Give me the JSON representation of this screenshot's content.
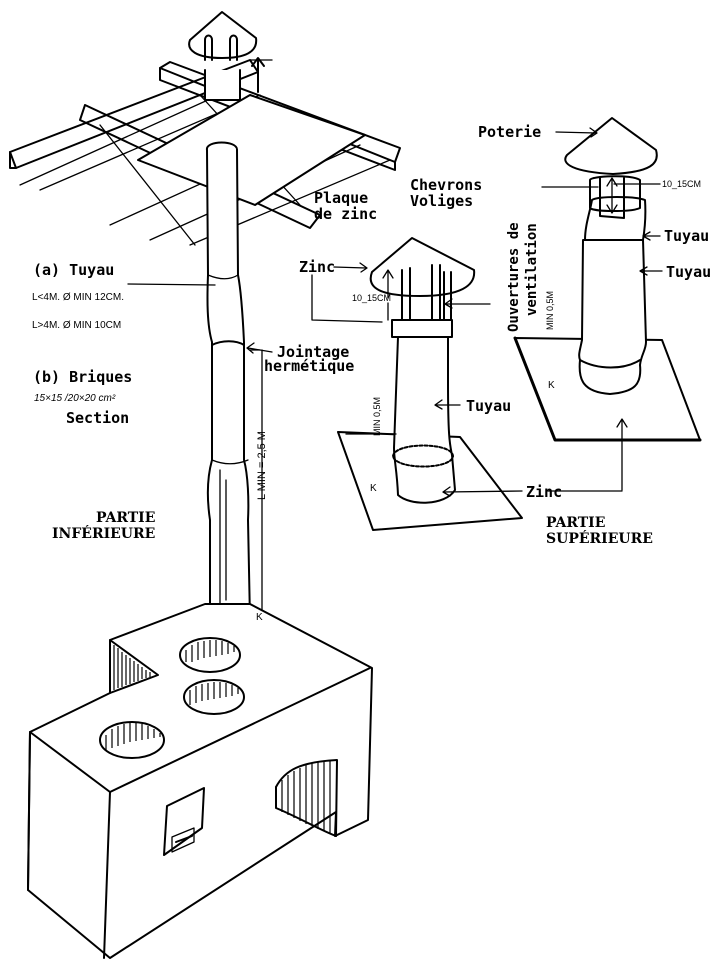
{
  "figure": {
    "sections": {
      "lower": [
        "PARTIE",
        "INFÉRIEURE"
      ],
      "upper": [
        "PARTIE",
        "SUPÉRIEURE"
      ]
    },
    "left_notes": {
      "pipe_title": "(a) Tuyau",
      "pipe_rule_1": "L<4M.  Ø MIN  12CM.",
      "pipe_rule_2": "L>4M.  Ø MIN  10CM",
      "brick_title": "(b) Briques",
      "brick_sizes": "15×15 /20×20 cm²",
      "brick_section": "Section"
    },
    "labels": {
      "plaque_1": "Plaque",
      "plaque_2": "de zinc",
      "chevrons": "Chevrons",
      "voliges": "Voliges",
      "jointage_1": "Jointage",
      "jointage_2": "hermétique",
      "zinc_top": "Zinc",
      "tuyau_mid": "Tuyau",
      "zinc_bottom": "Zinc",
      "poterie": "Poterie",
      "ouvertures_1": "Ouvertures de",
      "ouvertures_2": "ventilation",
      "tuyau_right_1": "Tuyau",
      "tuyau_right_2": "Tuyau"
    },
    "dimensions": {
      "gap_mid": "10_15CM",
      "gap_right": "10_15CM",
      "min_mid": "MIN 0,5M",
      "min_right": "MIN 0,5M",
      "min_pipe": "L MIN = 2,5 M",
      "k_mid": "K",
      "k_right": "K",
      "k_pipe": "K"
    }
  }
}
